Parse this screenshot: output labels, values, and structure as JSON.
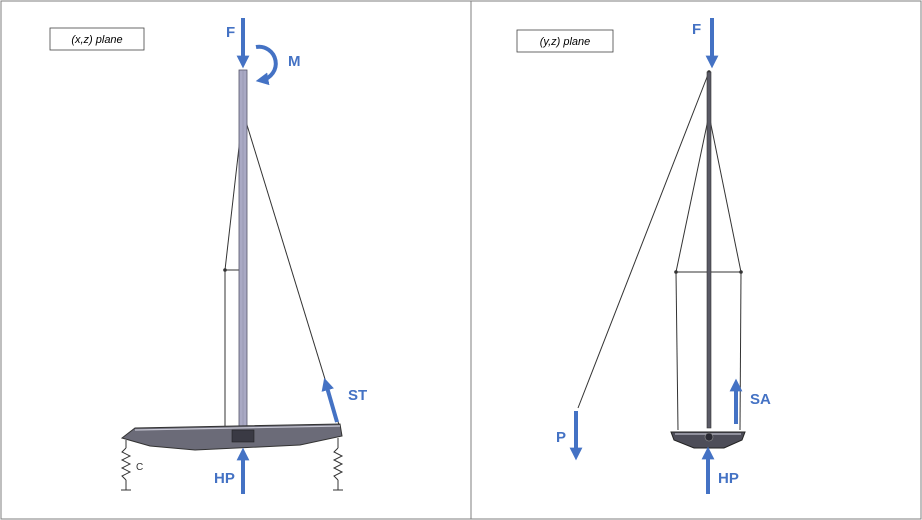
{
  "colors": {
    "arrow": "#4472c4",
    "mast": "#a9a9c4",
    "rigging": "#333333",
    "hull": "#5a5a66",
    "border": "#7f7f7f"
  },
  "left_panel": {
    "plane_label": "(x,z) plane",
    "labels": {
      "F": "F",
      "M": "M",
      "ST": "ST",
      "HP": "HP",
      "C": "C"
    }
  },
  "right_panel": {
    "plane_label": "(y,z) plane",
    "labels": {
      "F": "F",
      "P": "P",
      "SA": "SA",
      "HP": "HP"
    }
  }
}
